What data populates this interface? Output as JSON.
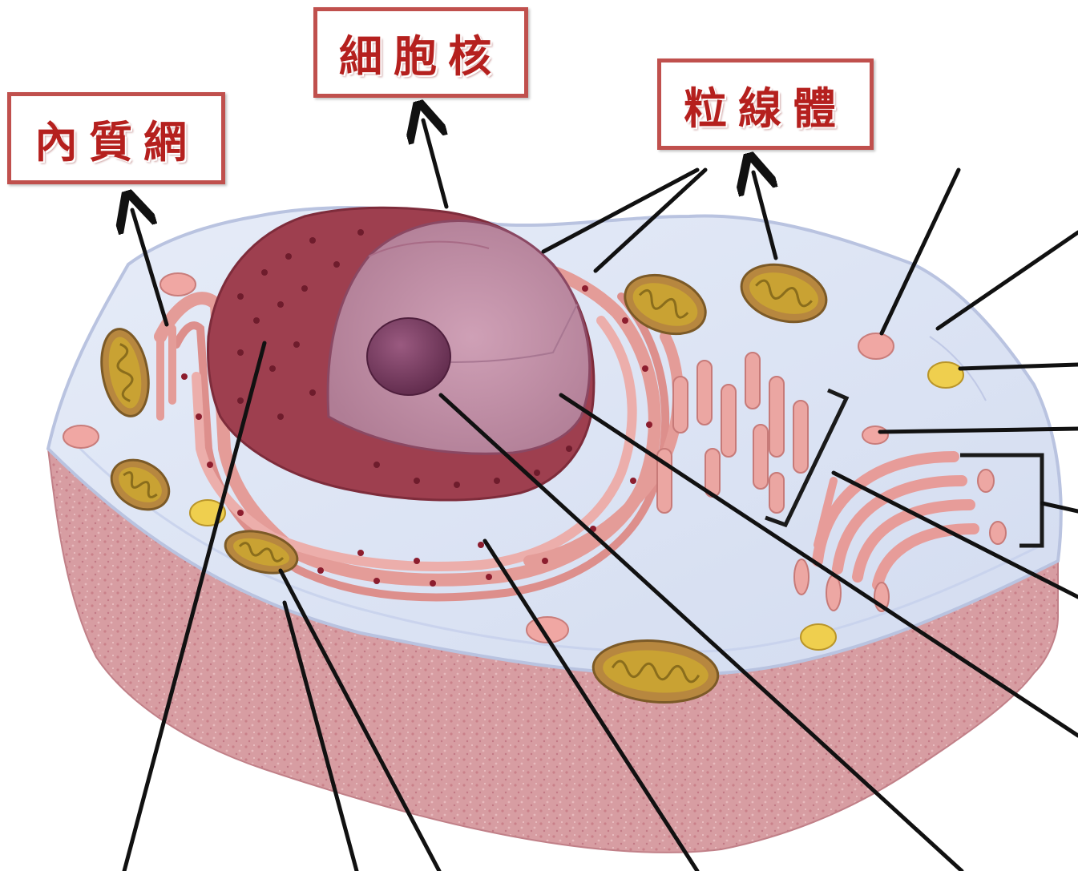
{
  "labels": {
    "endoplasmic_reticulum": "內質網",
    "nucleus": "細胞核",
    "mitochondria": "粒線體"
  },
  "colors": {
    "label_border": "#c0504d",
    "label_text": "#b5201e",
    "cytoplasm": "#dfe6f5",
    "membrane_edge": "#c7d0ea",
    "cell_body": "#d9a0a4",
    "nucleus_outer": "#9e3f4f",
    "nucleus_inner": "#c490a8",
    "nucleolus": "#7c3c63",
    "er": "#e8a3a0",
    "ribosome": "#8c1d2e",
    "mitochondria_outer": "#b7873f",
    "mitochondria_inner": "#c9a233",
    "vesicle": "#f0a7a3",
    "lysosome": "#efcf4e",
    "leader_line": "#111111"
  }
}
